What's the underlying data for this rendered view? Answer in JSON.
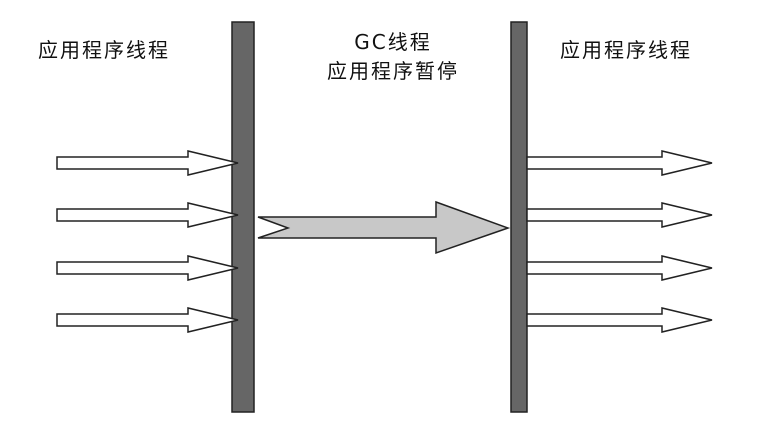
{
  "labels": {
    "left": "应用程序线程",
    "center_line1": "GC线程",
    "center_line2": "应用程序暂停",
    "right": "应用程序线程"
  },
  "colors": {
    "barrier": "#666666",
    "gc_arrow_fill": "#c8c8c8",
    "outline": "#222222",
    "background": "#ffffff"
  },
  "arrows": {
    "incoming_count": 4,
    "outgoing_count": 4
  }
}
